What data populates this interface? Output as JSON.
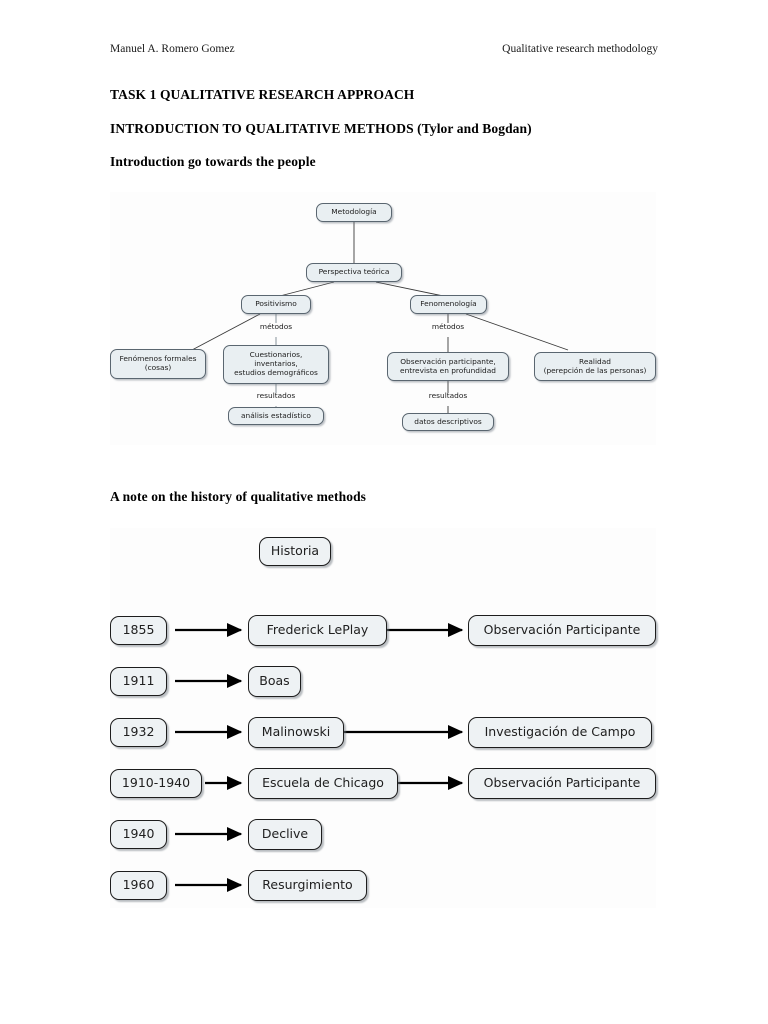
{
  "header": {
    "author": "Manuel A. Romero Gomez",
    "subject": "Qualitative research methodology"
  },
  "headings": {
    "task": "TASK 1 QUALITATIVE RESEARCH APPROACH",
    "introduction": "INTRODUCTION TO QUALITATIVE METHODS (Tylor and Bogdan)",
    "people": "Introduction go towards the people",
    "history": "A note on the history of qualitative methods"
  },
  "concept_map": {
    "nodes": {
      "metodologia": "Metodología",
      "perspectiva": "Perspectiva teórica",
      "positivismo": "Positivismo",
      "fenomenologia": "Fenomenología",
      "fenomenos": "Fenómenos formales\n(cosas)",
      "cuestionarios": "Cuestionarios,\ninventarios,\nestudios demográficos",
      "observacion": "Observación participante,\nentrevista en profundidad",
      "realidad": "Realidad\n(perepción de las personas)",
      "analisis": "análisis estadístico",
      "datos": "datos descriptivos"
    },
    "edge_labels": {
      "metodos_left": "métodos",
      "metodos_right": "métodos",
      "resultados_left": "resultados",
      "resultados_right": "resultados"
    },
    "colors": {
      "node_fill": "#e9eff2",
      "node_border": "#5a6670",
      "link": "#3a3a3a"
    }
  },
  "timeline": {
    "title_node": "Historia",
    "rows": [
      {
        "year": "1855",
        "person": "Frederick LePlay",
        "outcome": "Observación Participante"
      },
      {
        "year": "1911",
        "person": "Boas",
        "outcome": ""
      },
      {
        "year": "1932",
        "person": "Malinowski",
        "outcome": "Investigación de Campo"
      },
      {
        "year": "1910-1940",
        "person": "Escuela de Chicago",
        "outcome": "Observación Participante"
      },
      {
        "year": "1940",
        "person": "Declive",
        "outcome": ""
      },
      {
        "year": "1960",
        "person": "Resurgimiento",
        "outcome": ""
      }
    ],
    "colors": {
      "node_fill": "#eef2f4",
      "node_border": "#1d1d1d",
      "arrow": "#000000"
    }
  }
}
